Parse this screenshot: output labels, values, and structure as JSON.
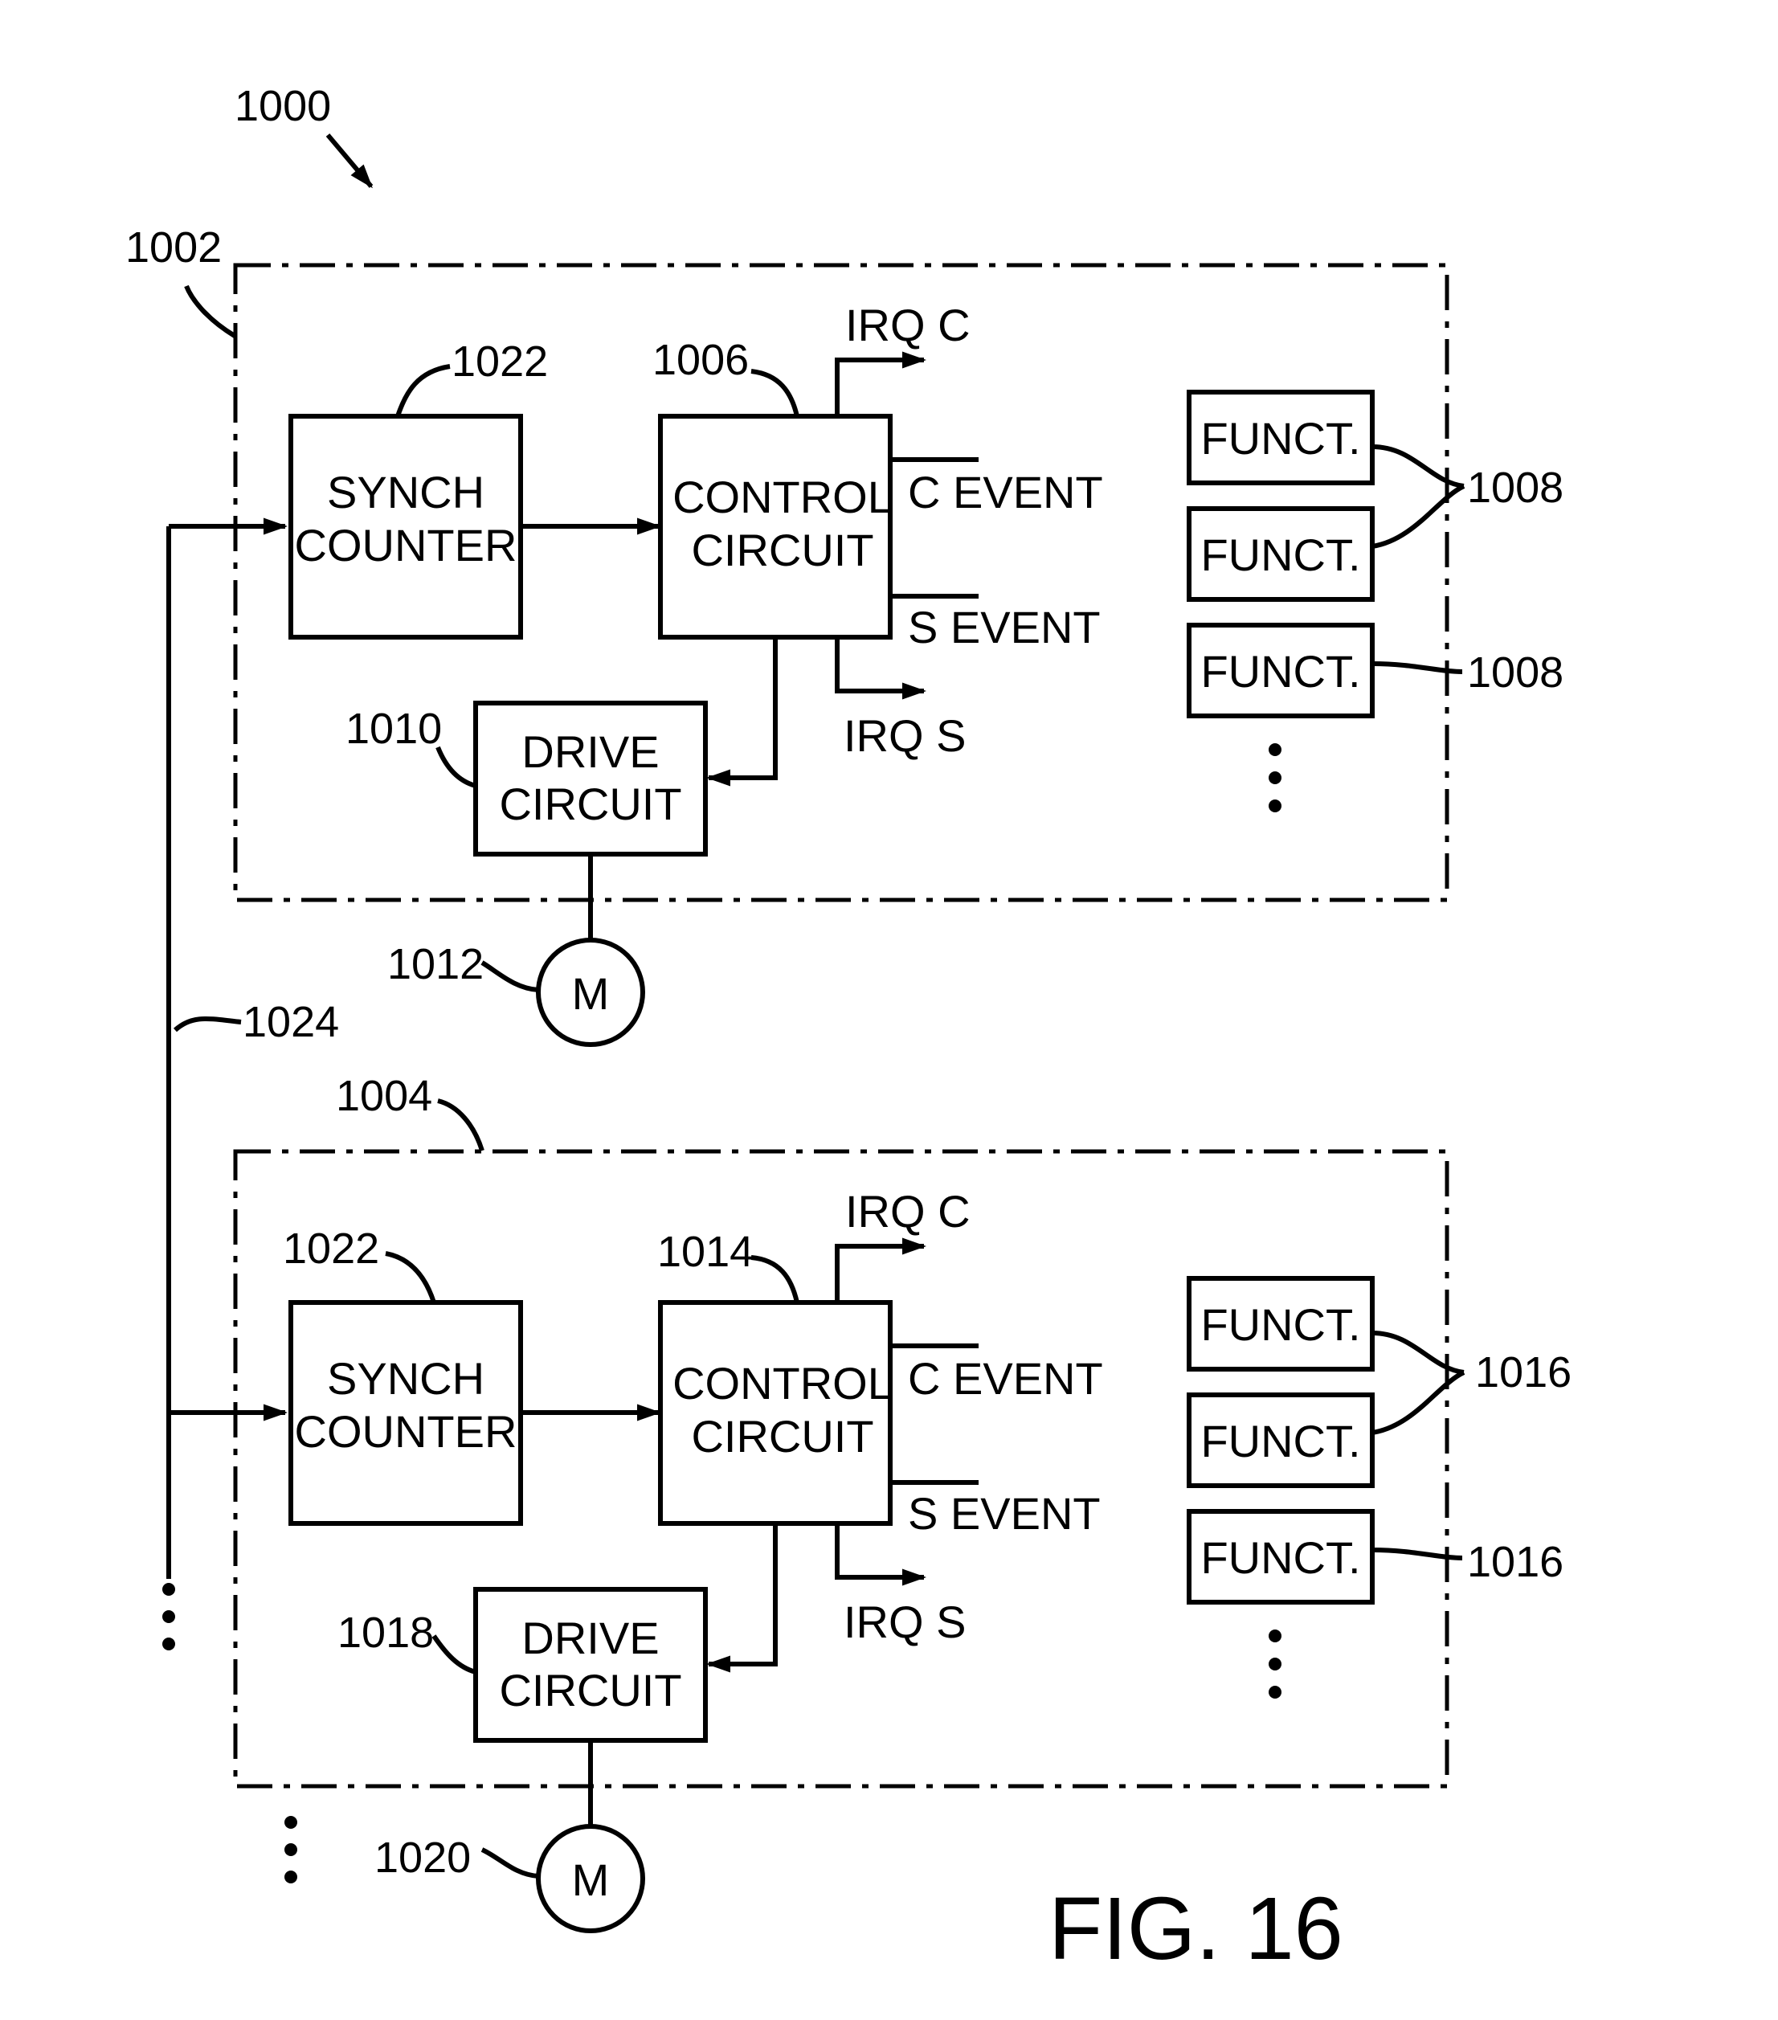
{
  "figure": {
    "title": "FIG. 16",
    "ref": "1000"
  },
  "modules": [
    {
      "ref": "1002",
      "synch_ref": "1022",
      "synch_label": [
        "SYNCH",
        "COUNTER"
      ],
      "control_ref": "1006",
      "control_label": [
        "CONTROL",
        "CIRCUIT"
      ],
      "drive_ref": "1010",
      "drive_label": [
        "DRIVE",
        "CIRCUIT"
      ],
      "motor_ref": "1012",
      "motor_label": "M",
      "outputs": {
        "irq_c": "IRQ  C",
        "c_event": "C  EVENT",
        "s_event": "S  EVENT",
        "irq_s": "IRQ  S"
      },
      "funct_label": "FUNCT.",
      "funct_group_ref": "1008",
      "funct_single_ref": "1008"
    },
    {
      "ref": "1004",
      "synch_ref": "1022",
      "synch_label": [
        "SYNCH",
        "COUNTER"
      ],
      "control_ref": "1014",
      "control_label": [
        "CONTROL",
        "CIRCUIT"
      ],
      "drive_ref": "1018",
      "drive_label": [
        "DRIVE",
        "CIRCUIT"
      ],
      "motor_ref": "1020",
      "motor_label": "M",
      "outputs": {
        "irq_c": "IRQ  C",
        "c_event": "C  EVENT",
        "s_event": "S  EVENT",
        "irq_s": "IRQ  S"
      },
      "funct_label": "FUNCT.",
      "funct_group_ref": "1016",
      "funct_single_ref": "1016"
    }
  ],
  "bus": {
    "ref": "1024"
  }
}
